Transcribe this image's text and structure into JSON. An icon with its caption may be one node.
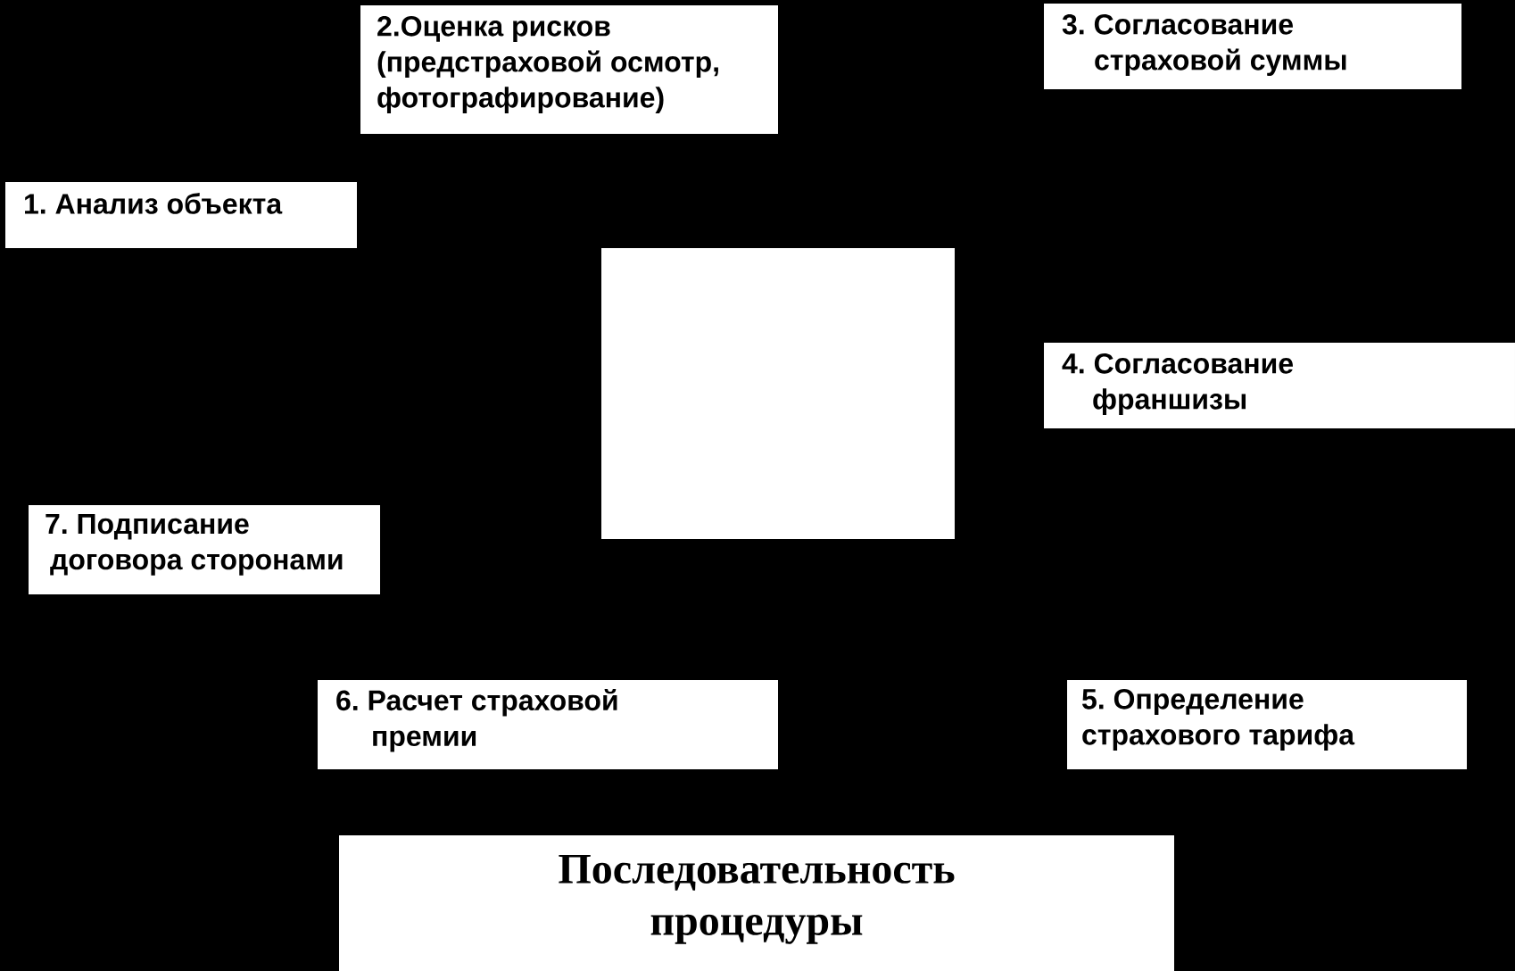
{
  "diagram": {
    "nodes": [
      {
        "text": [
          "2.Оценка рисков (предстраховой осмотр, фотографирование)"
        ]
      },
      {
        "text": [
          "3. Согласование страховой суммы"
        ]
      },
      {
        "text": [
          "1. Анализ объекта"
        ]
      },
      {
        "text": [],
        "shape": "box"
      },
      {
        "text": [
          "4. Согласование франшизы"
        ]
      },
      {
        "text": [
          "7. Подписание договора сторонами"
        ]
      },
      {
        "text": [
          "6. Расчет страховой премии"
        ]
      },
      {
        "text": [
          "5. Определение страхового тарифа"
        ]
      },
      {
        "text": [
          "Последовательность процедуры"
        ]
      }
    ]
  }
}
